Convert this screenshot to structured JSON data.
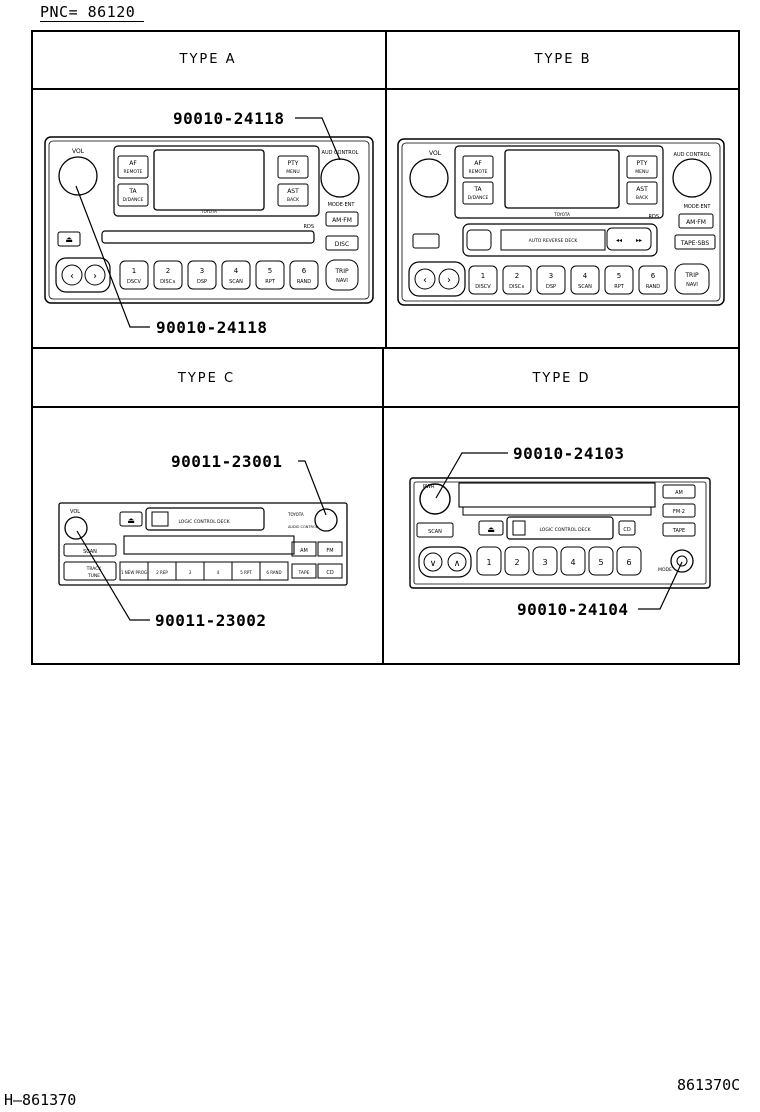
{
  "pnc": "PNC= 86120",
  "types": {
    "a": "TYPE A",
    "b": "TYPE B",
    "c": "TYPE C",
    "d": "TYPE D"
  },
  "parts": {
    "a_top": "90010-24118",
    "a_bottom": "90010-24118",
    "c_top": "90011-23001",
    "c_bottom": "90011-23002",
    "d_top": "90010-24103",
    "d_bottom": "90010-24104"
  },
  "radio_a": {
    "vol": "VOL",
    "control": "AUD CONTROL",
    "af": [
      "AF",
      "REMOTE"
    ],
    "ta": [
      "TA",
      "D/DANCE"
    ],
    "pty": [
      "PTY",
      "MENU"
    ],
    "ast": [
      "AST",
      "BACK"
    ],
    "mode": "MODE·ENT",
    "am_fm": "AM·FM",
    "disc": "DISC",
    "brand": "TOYOTA",
    "rds": "RDS",
    "trip": [
      "TRIP",
      "NAVI"
    ],
    "presets": [
      [
        "1",
        "DSCV"
      ],
      [
        "2",
        "DISC∧"
      ],
      [
        "3",
        "DSP"
      ],
      [
        "4",
        "SCAN"
      ],
      [
        "5",
        "RPT"
      ],
      [
        "6",
        "RAND"
      ]
    ]
  },
  "radio_b": {
    "vol": "VOL",
    "control": "AUD CONTROL",
    "af": [
      "AF",
      "REMOTE"
    ],
    "ta": [
      "TA",
      "D/DANCE"
    ],
    "pty": [
      "PTY",
      "MENU"
    ],
    "ast": [
      "AST",
      "BACK"
    ],
    "mode": "MODE·ENT",
    "am_fm": "AM·FM",
    "tape": "TAPE·SBS",
    "brand": "TOYOTA",
    "rds": "RDS",
    "deck": "AUTO REVERSE DECK",
    "trip": [
      "TRIP",
      "NAVI"
    ],
    "presets": [
      [
        "1",
        "DISCV"
      ],
      [
        "2",
        "DISC∧"
      ],
      [
        "3",
        "DSP"
      ],
      [
        "4",
        "SCAN"
      ],
      [
        "5",
        "RPT"
      ],
      [
        "6",
        "RAND"
      ]
    ]
  },
  "radio_c": {
    "vol": "VOL",
    "deck": "LOGIC CONTROL DECK",
    "brand": "TOYOTA",
    "control": "AUDIO CONTROL",
    "scan": "SCAN",
    "track": "TRACK",
    "tune": "TUNE",
    "am": "AM",
    "fm": "FM",
    "tape": "TAPE",
    "cd": "CD",
    "presets": [
      "1 NEW PROG",
      "2 REP",
      "3",
      "4",
      "5 RPT",
      "6 RAND"
    ]
  },
  "radio_d": {
    "pwr": "PWR",
    "am": "AM",
    "fm": "FM·2",
    "tape": "TAPE",
    "scan": "SCAN",
    "deck": "LOGIC CONTROL DECK",
    "cd": "CD",
    "mode": "MODE",
    "presets": [
      "1",
      "2",
      "3",
      "4",
      "5",
      "6"
    ]
  },
  "footer_left": "H—861370",
  "footer_right": "861370C"
}
